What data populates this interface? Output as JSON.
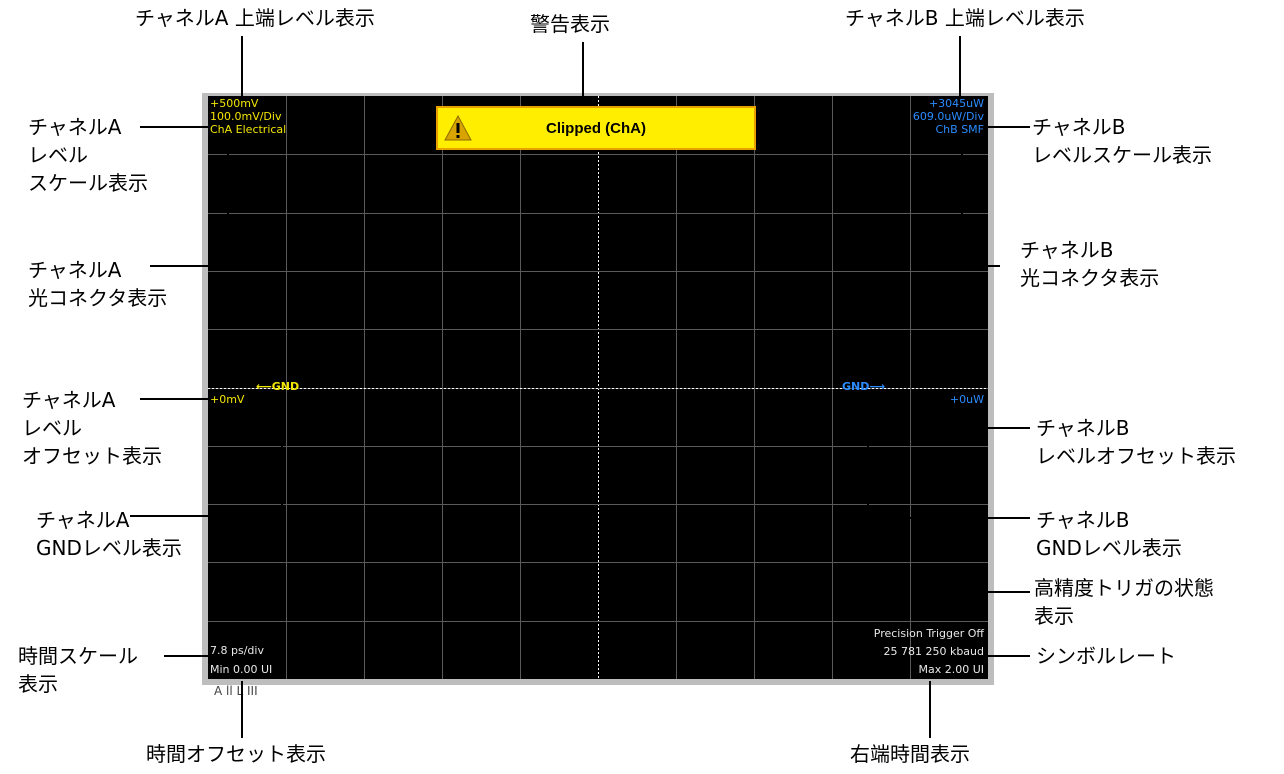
{
  "screen": {
    "warning": {
      "text": "Clipped (ChA)"
    },
    "channel_a": {
      "top_level": "+500mV",
      "scale": "100.0mV/Div",
      "connector": "ChA Electrical",
      "offset": "+0mV",
      "gnd": "GND",
      "color": "#f2e600"
    },
    "channel_b": {
      "top_level": "+3045uW",
      "scale": "609.0uW/Div",
      "connector": "ChB SMF",
      "offset": "+0uW",
      "gnd": "GND",
      "color": "#2b8cff"
    },
    "bottom_left": {
      "time_scale": "7.8 ps/div",
      "min": "Min 0.00 UI"
    },
    "bottom_right": {
      "trigger": "Precision Trigger Off",
      "symbol_rate": "25 781 250 kbaud",
      "max": "Max 2.00 UI"
    },
    "under_label": "A    ll  L  III"
  },
  "callouts": {
    "ch_a_top": "チャネルA  上端レベル表示",
    "warning": "警告表示",
    "ch_b_top": "チャネルB  上端レベル表示",
    "ch_a_scale": [
      "チャネルA",
      "レベル",
      "スケール表示"
    ],
    "ch_b_scale": [
      "チャネルB",
      "レベルスケール表示"
    ],
    "ch_a_connector": [
      "チャネルA",
      "光コネクタ表示"
    ],
    "ch_b_connector": [
      "チャネルB",
      "光コネクタ表示"
    ],
    "ch_a_offset": [
      "チャネルA",
      "レベル",
      "オフセット表示"
    ],
    "ch_b_offset": [
      "チャネルB",
      "レベルオフセット表示"
    ],
    "ch_a_gnd": [
      "チャネルA",
      "GNDレベル表示"
    ],
    "ch_b_gnd": [
      "チャネルB",
      "GNDレベル表示"
    ],
    "trigger": [
      "高精度トリガの状態",
      "表示"
    ],
    "time_scale": [
      "時間スケール",
      "表示"
    ],
    "symbol_rate": "シンボルレート",
    "time_offset": "時間オフセット表示",
    "right_time": "右端時間表示"
  }
}
